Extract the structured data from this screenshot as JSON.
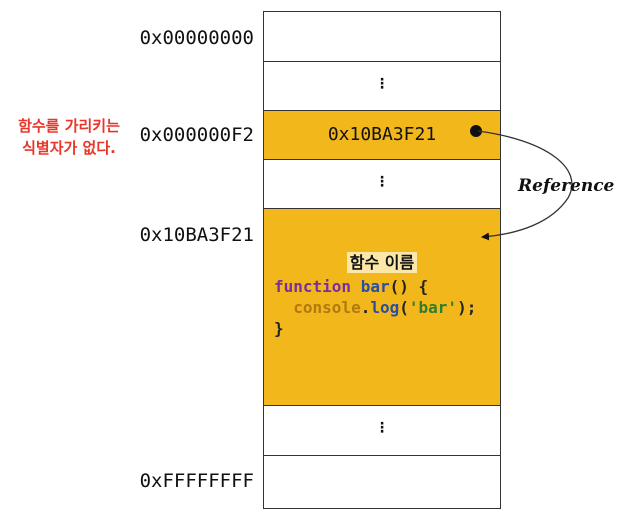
{
  "addresses": {
    "start": "0x00000000",
    "variable": "0x000000F2",
    "function": "0x10BA3F21",
    "end": "0xFFFFFFFF"
  },
  "annotation": {
    "line1": "함수를 가리키는",
    "line2": "식별자가 없다."
  },
  "memory": {
    "ellipsis": "⋮",
    "variable_value": "0x10BA3F21",
    "function_label": "함수 이름",
    "code": {
      "keyword": "function",
      "name": "bar",
      "signature_rest": "() {",
      "indent": "  ",
      "object": "console",
      "dot": ".",
      "method": "log",
      "open_paren": "(",
      "string": "'bar'",
      "close": ");",
      "closing_brace": "}"
    }
  },
  "reference_label": "Reference",
  "colors": {
    "fill": "#f2b71b",
    "annotation": "#e8362a",
    "highlight": "#fbe8a8"
  }
}
